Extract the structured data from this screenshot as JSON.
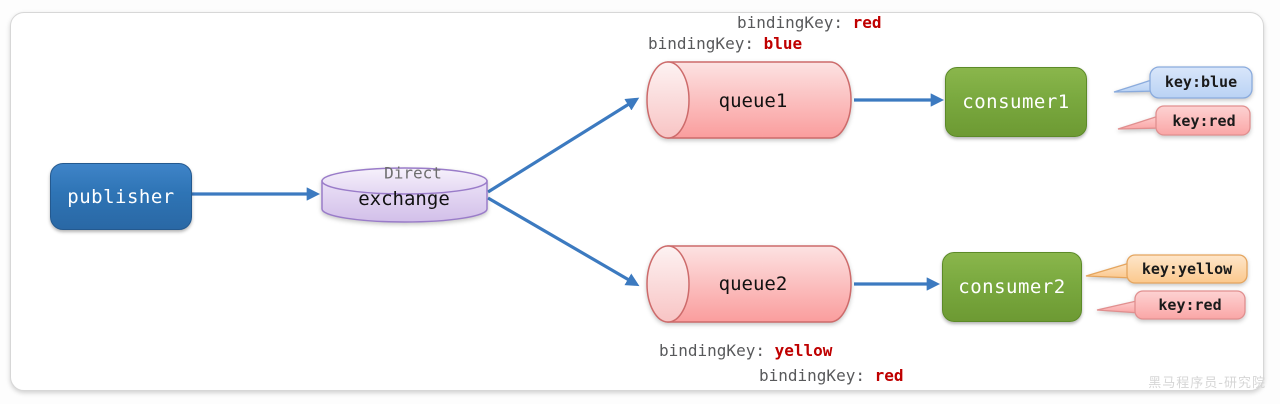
{
  "diagram": {
    "publisher": {
      "label": "publisher"
    },
    "exchange": {
      "type_label": "Direct",
      "label": "exchange"
    },
    "queue1": {
      "label": "queue1"
    },
    "queue2": {
      "label": "queue2"
    },
    "consumer1": {
      "label": "consumer1"
    },
    "consumer2": {
      "label": "consumer2"
    },
    "binding_labels": [
      {
        "prefix": "bindingKey: ",
        "value": "red"
      },
      {
        "prefix": "bindingKey: ",
        "value": "blue"
      },
      {
        "prefix": "bindingKey: ",
        "value": "yellow"
      },
      {
        "prefix": "bindingKey: ",
        "value": "red"
      }
    ],
    "key_tags": [
      {
        "label": "key:blue"
      },
      {
        "label": "key:red"
      },
      {
        "label": "key:yellow"
      },
      {
        "label": "key:red"
      }
    ],
    "watermark": "黑马程序员-研究院",
    "colors": {
      "publisher_fill": "#2e74b5",
      "consumer_fill": "#7aa93f",
      "queue_fill": "#fbaaaa",
      "queue_stroke": "#cd6b6b",
      "exchange_fill": "#ddcbf0",
      "exchange_stroke": "#9a7cc9",
      "arrow": "#3c7ac0",
      "binding_prefix_text": "#58595b",
      "binding_value_text": "#bf0000",
      "tag_blue_fill": "#c7dbf8",
      "tag_red_fill": "#fcb9b9",
      "tag_yellow_fill": "#fdd9ab"
    }
  }
}
